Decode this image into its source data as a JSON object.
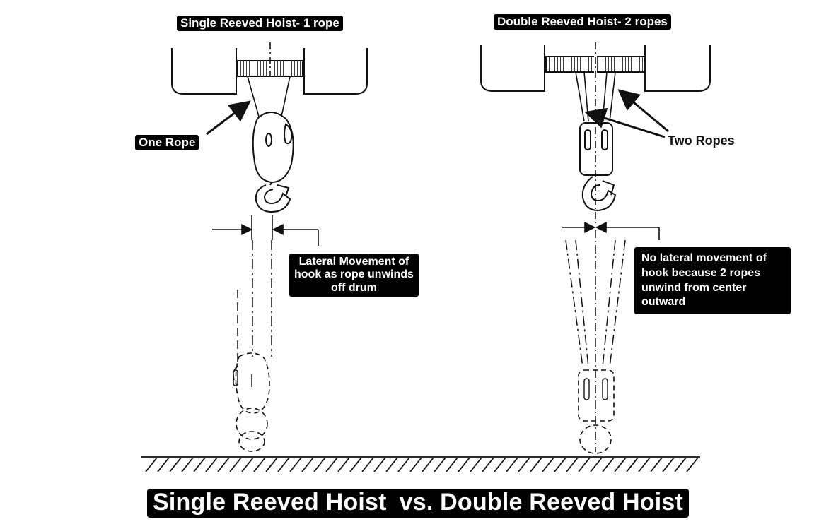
{
  "labels": {
    "single_title": "Single Reeved Hoist- 1 rope",
    "double_title": "Double Reeved Hoist- 2 ropes",
    "one_rope": "One Rope",
    "two_ropes": "Two Ropes",
    "lateral_lines": [
      "Lateral Movement of",
      "hook as rope unwinds",
      "off drum"
    ],
    "no_lateral_lines": [
      "No lateral movement of",
      "hook because 2 ropes",
      "unwind from center",
      "outward"
    ],
    "main_title_left": "Single Reeved Hoist",
    "main_title_right": "vs. Double Reeved Hoist"
  },
  "colors": {
    "ink": "#111111",
    "tag_bg": "#000000",
    "tag_text": "#ffffff"
  }
}
